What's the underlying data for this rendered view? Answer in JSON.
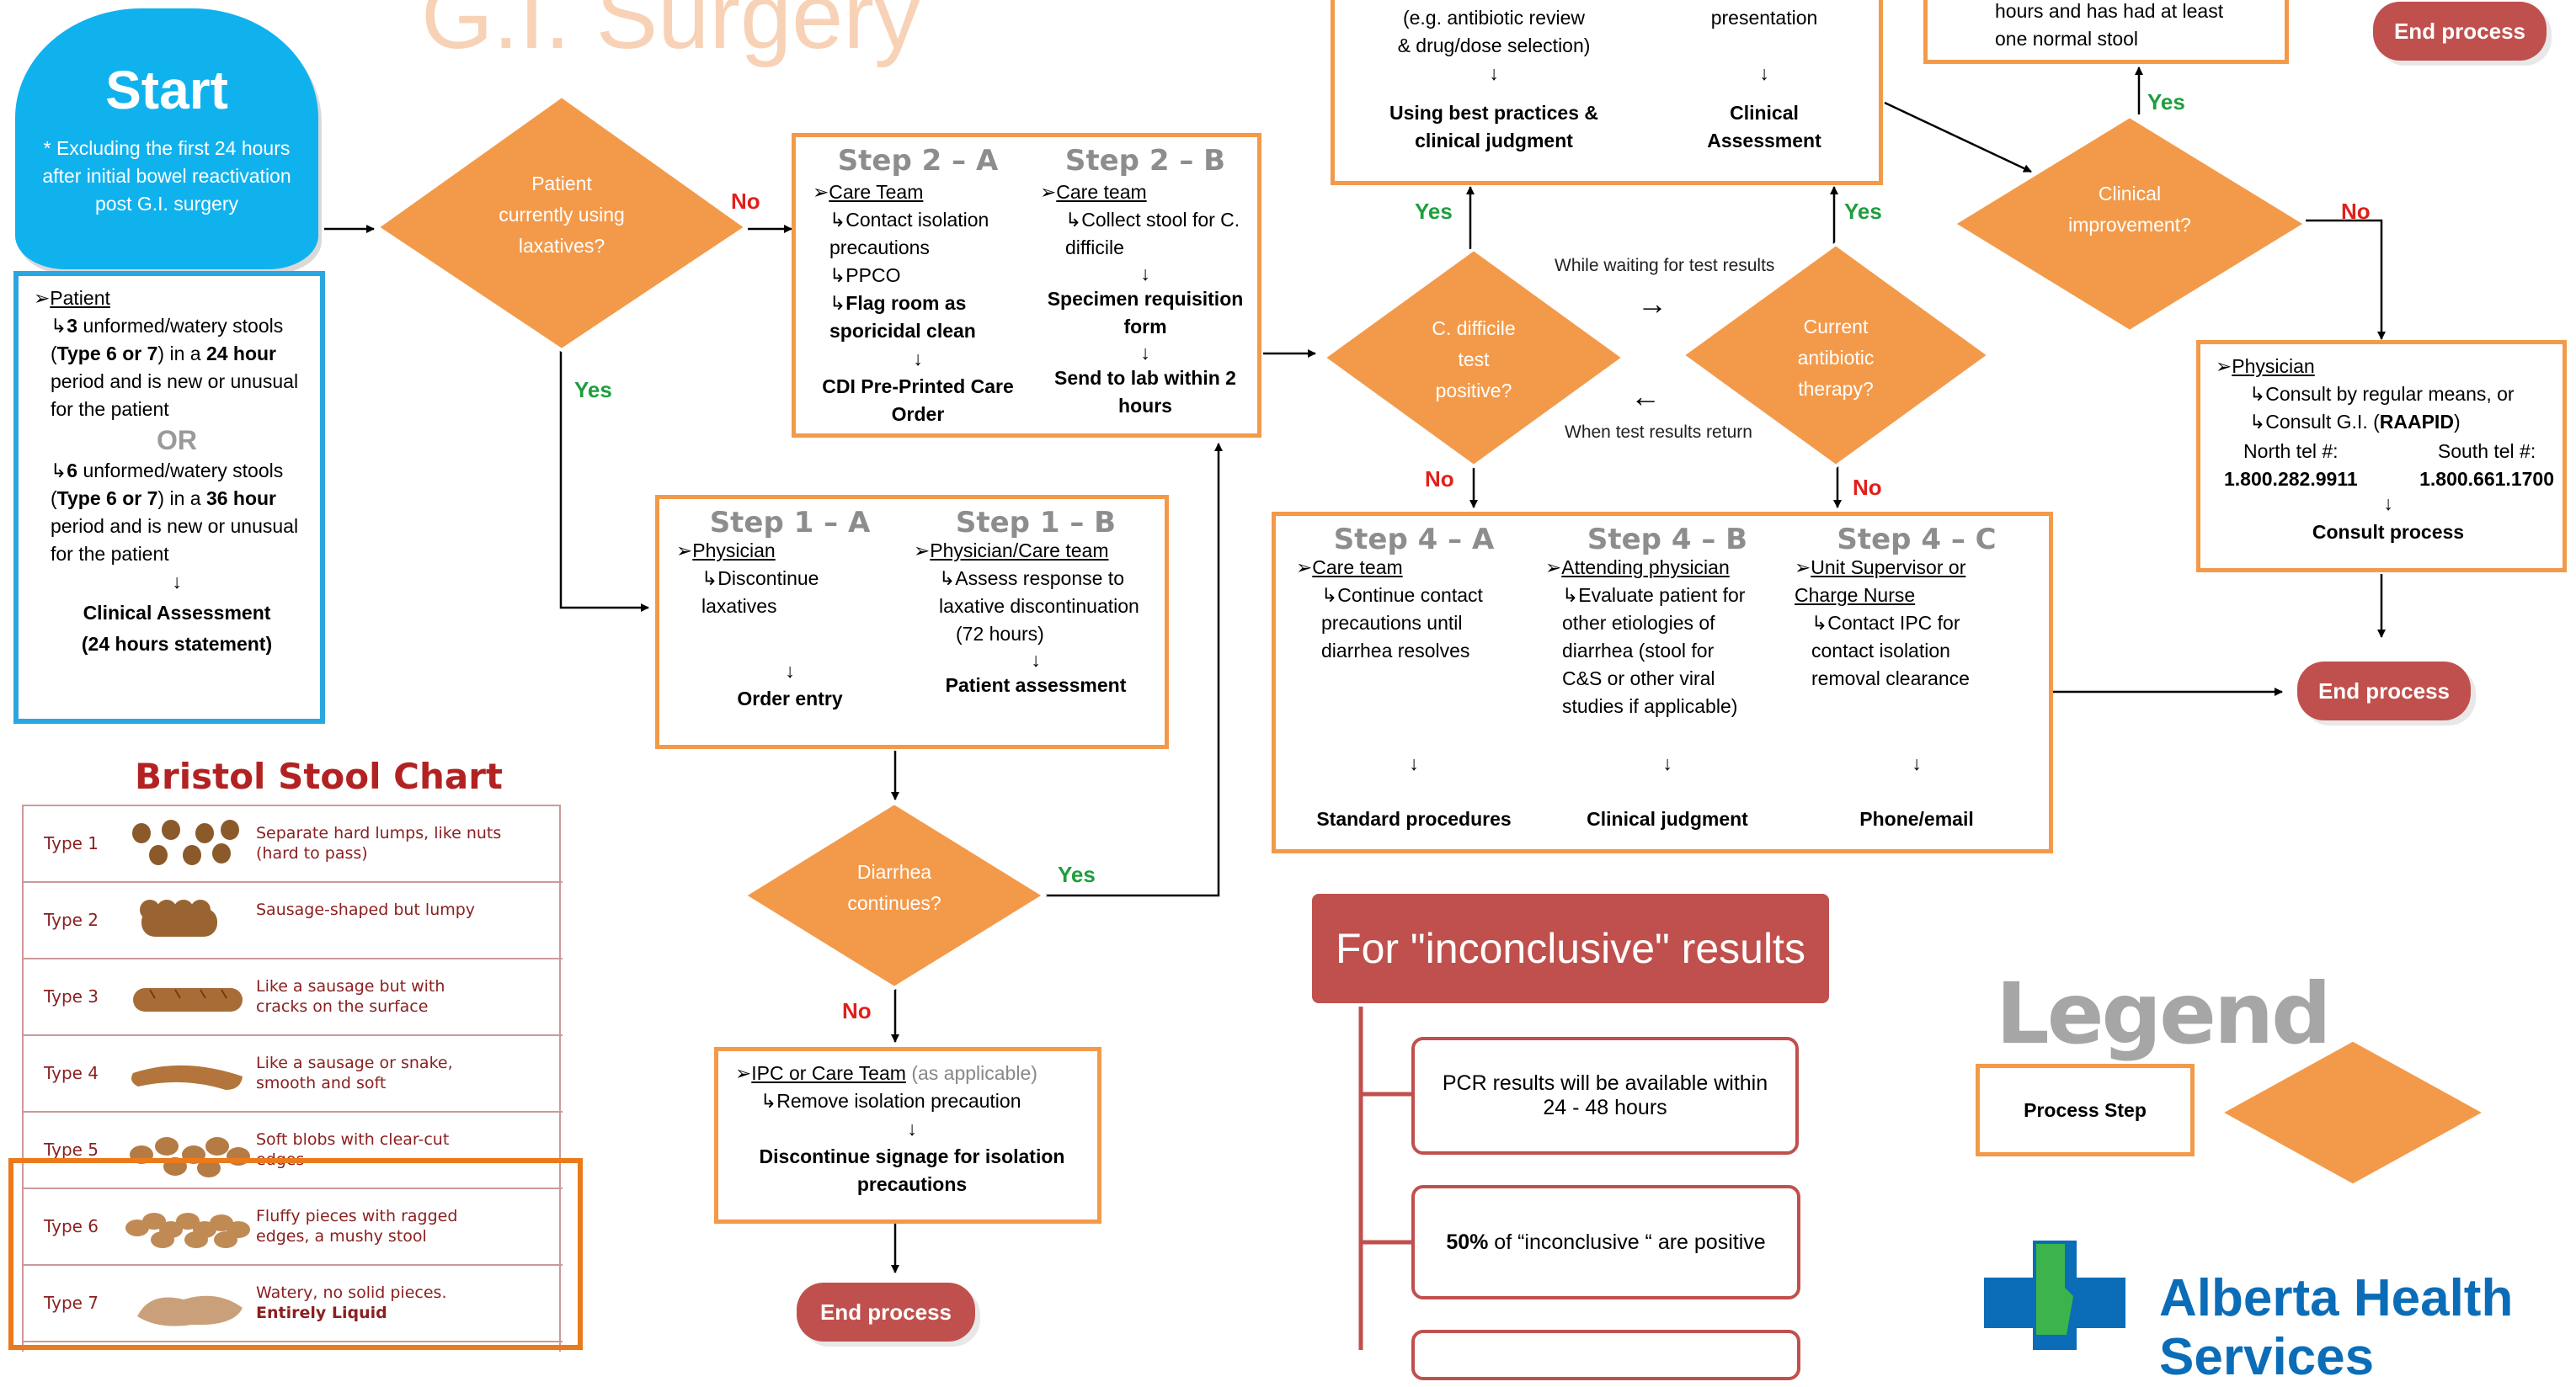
{
  "title": "G.I. Surgery",
  "start": {
    "label": "Start",
    "note": "* Excluding the first 24 hours after initial bowel reactivation post G.I. surgery"
  },
  "patient_box": {
    "header": "Patient",
    "line1_num": "3",
    "line1_a": " unformed/watery stools (",
    "line1_type": "Type 6 or 7",
    "line1_b": ") in a ",
    "line1_period": "24 hour",
    "line1_c": " period and is new or unusual for the patient",
    "or": "OR",
    "line2_num": "6",
    "line2_a": " unformed/watery stools (",
    "line2_type": "Type 6 or 7",
    "line2_b": ") in a ",
    "line2_period": "36 hour",
    "line2_c": " period and is new or unusual for the patient",
    "arrow": "↓",
    "footer1": "Clinical Assessment",
    "footer2": "(24 hours statement)"
  },
  "diamond_laxatives": {
    "line1": "Patient",
    "line2": "currently using",
    "line3": "laxatives?"
  },
  "diamond_diarrhea": {
    "line1": "Diarrhea",
    "line2": "continues?"
  },
  "diamond_cdiff": {
    "line1": "C. difficile",
    "line2": "test",
    "line3": "positive?"
  },
  "diamond_antibiotic": {
    "line1": "Current",
    "line2": "antibiotic",
    "line3": "therapy?"
  },
  "diamond_improvement": {
    "line1": "Clinical",
    "line2": "improvement?"
  },
  "labels": {
    "yes": "Yes",
    "no": "No"
  },
  "waiting_text": "While waiting for test results",
  "return_text": "When test results return",
  "arrow_right": "→",
  "arrow_left": "←",
  "step2a": {
    "title": "Step 2 – A",
    "header": "Care Team",
    "items": [
      "Contact isolation precautions",
      "PPCO",
      "Flag room as sporicidal clean"
    ],
    "footer": "CDI Pre-Printed Care Order"
  },
  "step2b": {
    "title": "Step 2 – B",
    "header": "Care team",
    "item": "Collect stool for C. difficile",
    "mid": "Specimen requisition form",
    "footer": "Send to lab within 2 hours"
  },
  "step1a": {
    "title": "Step 1 – A",
    "header": "Physician",
    "item": "Discontinue laxatives",
    "footer": "Order entry"
  },
  "step1b": {
    "title": "Step 1 – B",
    "header": "Physician/Care team",
    "item": "Assess response to laxative discontinuation",
    "item_hours": "(72 hours)",
    "footer": "Patient assessment"
  },
  "top_box": {
    "col1_line1": "(e.g. antibiotic review",
    "col1_line2": "& drug/dose selection)",
    "col1_footer1": "Using best practices &",
    "col1_footer2": "clinical judgment",
    "col2_line1": "presentation",
    "col2_footer1": "Clinical",
    "col2_footer2": "Assessment"
  },
  "top_right_box": {
    "line1": "hours and has had at least",
    "line2": "one normal stool"
  },
  "step4a": {
    "title": "Step 4 – A",
    "header": "Care team",
    "item": "Continue contact precautions until diarrhea resolves",
    "footer": "Standard procedures"
  },
  "step4b": {
    "title": "Step 4 – B",
    "header": "Attending physician",
    "item": "Evaluate patient for other etiologies of diarrhea (stool for C&S or other viral studies if applicable)",
    "footer": "Clinical judgment"
  },
  "step4c": {
    "title": "Step 4 – C",
    "header": "Unit Supervisor or Charge Nurse",
    "item": "Contact IPC for contact isolation removal clearance",
    "footer": "Phone/email"
  },
  "physician_box": {
    "header": "Physician",
    "item1": "Consult by regular means, or",
    "item2_a": "Consult G.I. (",
    "item2_b": "RAAPID",
    "item2_c": ")",
    "north_label": "North tel #:",
    "north_num": "1.800.282.9911",
    "south_label": "South tel #:",
    "south_num": "1.800.661.1700",
    "footer": "Consult process"
  },
  "ipc_box": {
    "header": "IPC or Care Team",
    "header_note": "(as applicable)",
    "item": "Remove isolation precaution",
    "footer": "Discontinue signage for isolation precautions"
  },
  "end_process": "End process",
  "inconclusive": {
    "title": "For \"inconclusive\" results",
    "box1": "PCR results will be available within 24 - 48 hours",
    "box2_bold": "50%",
    "box2_rest": " of “inconclusive “ are positive"
  },
  "legend": {
    "title": "Legend",
    "process_step": "Process Step"
  },
  "bristol": {
    "title": "Bristol Stool Chart",
    "rows": [
      {
        "type": "Type 1",
        "desc1": "Separate hard lumps, like nuts",
        "desc2": "(hard to pass)"
      },
      {
        "type": "Type 2",
        "desc1": "Sausage-shaped but lumpy",
        "desc2": ""
      },
      {
        "type": "Type 3",
        "desc1": "Like a sausage but with",
        "desc2": "cracks on the surface"
      },
      {
        "type": "Type 4",
        "desc1": "Like a sausage or snake,",
        "desc2": "smooth and soft"
      },
      {
        "type": "Type 5",
        "desc1": "Soft blobs with clear-cut",
        "desc2": "edges"
      },
      {
        "type": "Type 6",
        "desc1": "Fluffy pieces with ragged",
        "desc2": "edges, a mushy stool"
      },
      {
        "type": "Type 7",
        "desc1": "Watery, no solid pieces.",
        "desc2": "Entirely Liquid"
      }
    ]
  },
  "ahs": {
    "line1": "Alberta Health",
    "line2": "Services"
  },
  "colors": {
    "orange": "#f39a4a",
    "blue": "#2aa6e0",
    "red": "#c0504d",
    "green": "#1f9e3f"
  }
}
